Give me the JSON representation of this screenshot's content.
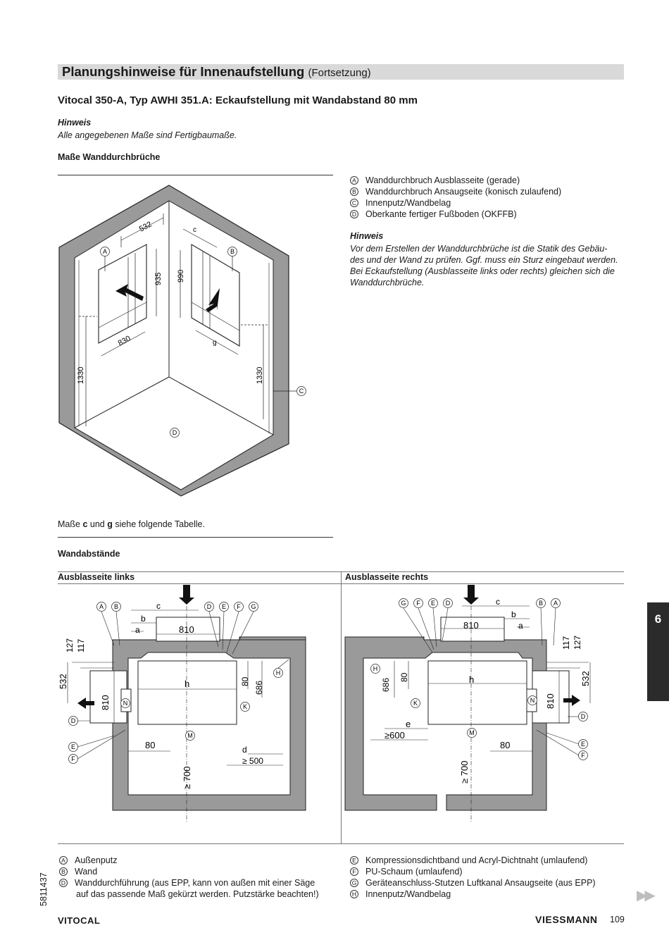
{
  "header": {
    "title": "Planungshinweise für Innenaufstellung",
    "continuation": "(Fortsetzung)"
  },
  "subtitle": "Vitocal 350-A, Typ AWHI 351.A: Eckaufstellung mit Wandabstand 80 mm",
  "hint1": {
    "label": "Hinweis",
    "text": "Alle angegebenen Maße sind Fertigbaumaße."
  },
  "section_wall": "Maße Wanddurchbrüche",
  "legend_top": [
    {
      "key": "A",
      "text": "Wanddurchbruch Ausblasseite (gerade)"
    },
    {
      "key": "B",
      "text": "Wanddurchbruch Ansaugseite (konisch zulaufend)"
    },
    {
      "key": "C",
      "text": "Innenputz/Wandbelag"
    },
    {
      "key": "D",
      "text": "Oberkante fertiger Fußboden (OKFFB)"
    }
  ],
  "hint2": {
    "label": "Hinweis",
    "lines": [
      "Vor dem Erstellen der Wanddurchbrüche ist die Statik des Gebäu-",
      "des und der Wand zu prüfen. Ggf. muss ein Sturz eingebaut werden.",
      "Bei Eckaufstellung (Ausblasseite links oder rechts) gleichen sich die",
      "Wanddurchbrüche."
    ]
  },
  "iso": {
    "dims": {
      "w1": "532",
      "h1": "935",
      "w2": "830",
      "hh1": "1330",
      "c": "c",
      "h2": "990",
      "g": "g",
      "hh2": "1330"
    },
    "labels": {
      "A": "A",
      "B": "B",
      "C": "C",
      "D": "D"
    }
  },
  "note_cg": {
    "pre": "Maße ",
    "c": "c",
    "mid": " und ",
    "g": "g",
    "post": " siehe folgende Tabelle."
  },
  "section_dist": "Wandabstände",
  "table": {
    "col_left": "Ausblasseite links",
    "col_right": "Ausblasseite rechts"
  },
  "plan_left": {
    "dims": {
      "c": "c",
      "b": "b",
      "a": "a",
      "d810top": "810",
      "d127": "127",
      "d117": "117",
      "d532": "532",
      "d810side": "810",
      "h": "h",
      "d80v": "80",
      "d686": "686",
      "d": "d",
      "d500": "≥ 500",
      "d80h": "80",
      "d700": "≥ 700"
    },
    "labels": {
      "A": "A",
      "B": "B",
      "D": "D",
      "E": "E",
      "F": "F",
      "G": "G",
      "H": "H",
      "K": "K",
      "M": "M",
      "N": "N",
      "Dside": "D",
      "Eside": "E",
      "Fside": "F"
    }
  },
  "plan_right": {
    "dims": {
      "c": "c",
      "b": "b",
      "a": "a",
      "d810top": "810",
      "d117": "117",
      "d127": "127",
      "d532": "532",
      "d810side": "810",
      "h": "h",
      "d80v": "80",
      "d686": "686",
      "e": "e",
      "d600": "≥600",
      "d80h": "80",
      "d700": "≥ 700"
    },
    "labels": {
      "G": "G",
      "F": "F",
      "E": "E",
      "D": "D",
      "B": "B",
      "A": "A",
      "H": "H",
      "K": "K",
      "M": "M",
      "N": "N",
      "Dside": "D",
      "Eside": "E",
      "Fside": "F"
    }
  },
  "legend_bottom_left": [
    {
      "key": "A",
      "text": "Außenputz"
    },
    {
      "key": "B",
      "text": "Wand"
    },
    {
      "key": "D",
      "text": "Wanddurchführung (aus EPP, kann von außen mit einer Säge"
    }
  ],
  "legend_bottom_left_cont": "auf das passende Maß gekürzt werden. Putzstärke beachten!)",
  "legend_bottom_right": [
    {
      "key": "E",
      "text": "Kompressionsdichtband und Acryl-Dichtnaht (umlaufend)"
    },
    {
      "key": "F",
      "text": "PU-Schaum (umlaufend)"
    },
    {
      "key": "G",
      "text": "Geräteanschluss-Stutzen Luftkanal Ansaugseite (aus EPP)"
    },
    {
      "key": "H",
      "text": "Innenputz/Wandbelag"
    }
  ],
  "doc_number": "5811437",
  "footer": {
    "left": "VITOCAL",
    "brand": "VIESSMANN",
    "page": "109",
    "chapter": "6",
    "next_arrows": "▶▶"
  }
}
